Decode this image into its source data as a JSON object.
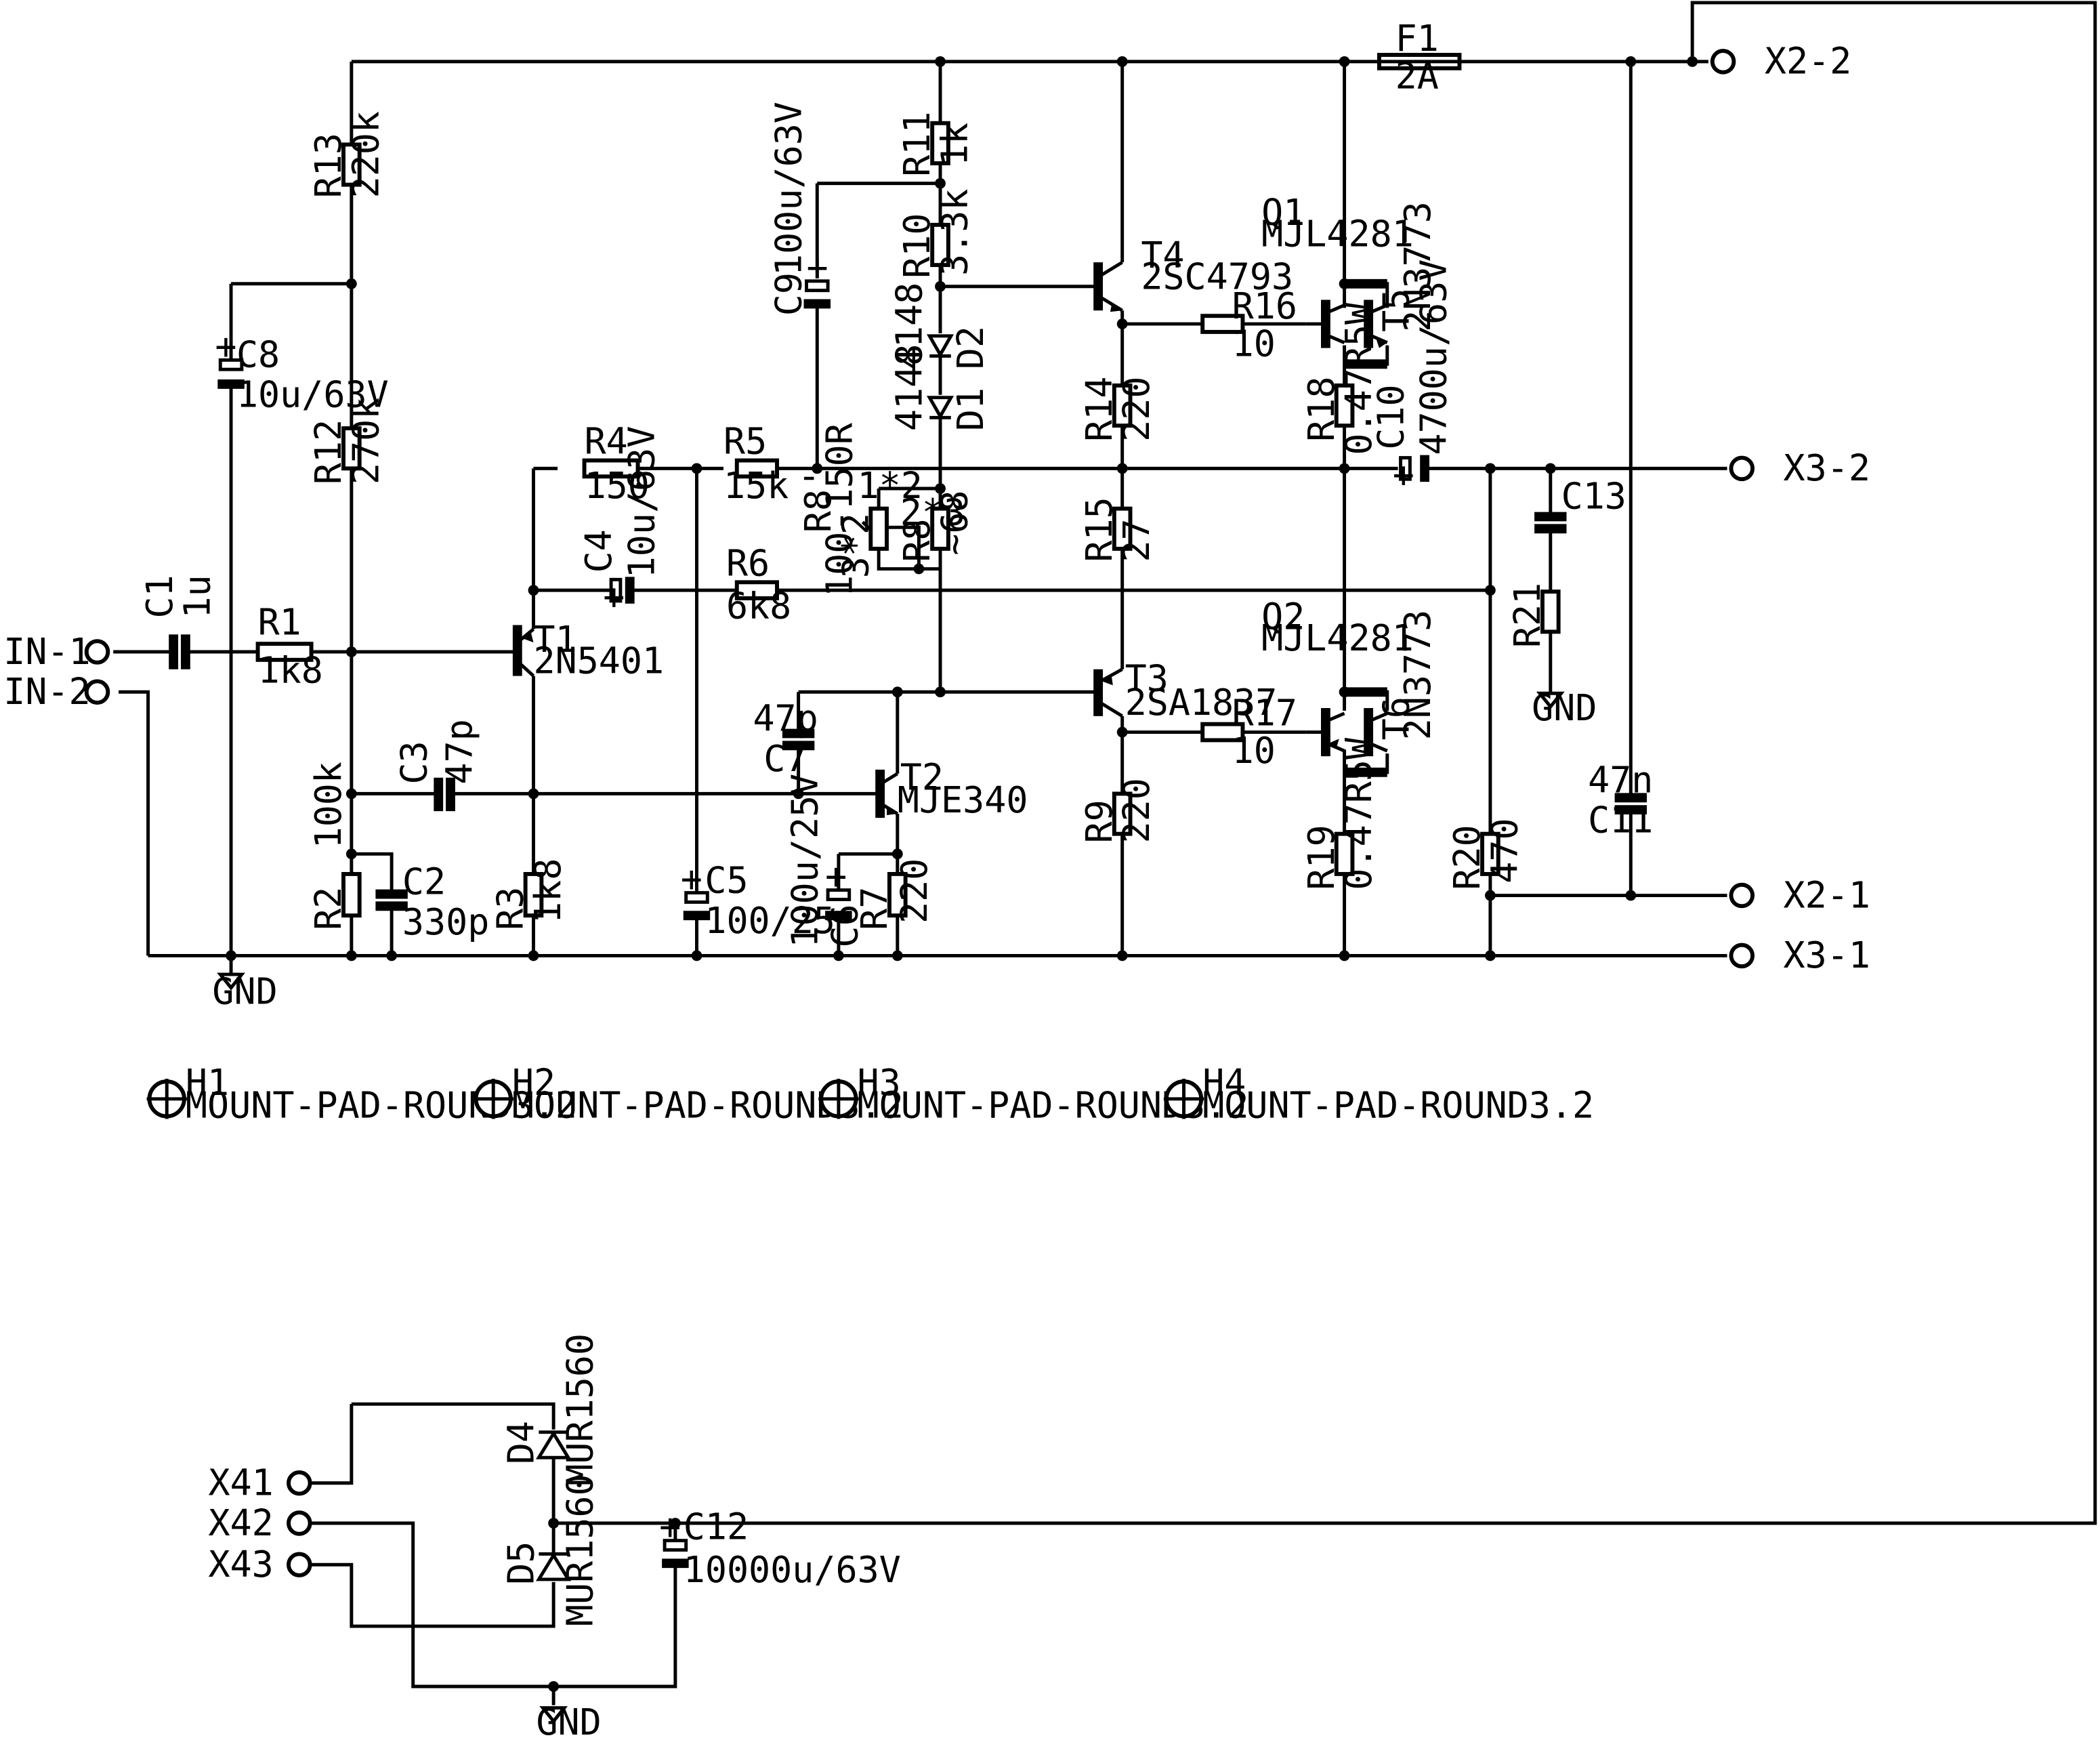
{
  "terminals": {
    "in1": "IN-1",
    "in2": "IN-2",
    "x22": "X2-2",
    "x32": "X3-2",
    "x21": "X2-1",
    "x31": "X3-1",
    "x41": "X41",
    "x42": "X42",
    "x43": "X43"
  },
  "components": {
    "c1": {
      "ref": "C1",
      "value": "1u"
    },
    "r1": {
      "ref": "R1",
      "value": "1k8"
    },
    "r13": {
      "ref": "R13",
      "value": "220k"
    },
    "r12": {
      "ref": "R12",
      "value": "270k"
    },
    "r2": {
      "ref": "R2",
      "value": "100k"
    },
    "c2": {
      "ref": "C2",
      "value": "330p"
    },
    "c8": {
      "ref": "C8",
      "value": "10u/63V"
    },
    "c3": {
      "ref": "C3",
      "value": "47p"
    },
    "t1": {
      "ref": "T1",
      "value": "2N5401"
    },
    "r3": {
      "ref": "R3",
      "value": "1k8"
    },
    "r4": {
      "ref": "R4",
      "value": "150"
    },
    "r5": {
      "ref": "R5",
      "value": "15k"
    },
    "c4": {
      "ref": "C4",
      "value": "10u/63V"
    },
    "r6": {
      "ref": "R6",
      "value": "6k8"
    },
    "c5": {
      "ref": "C5",
      "value": "100/25"
    },
    "c7": {
      "ref": "C7",
      "value": "47p"
    },
    "t2": {
      "ref": "T2",
      "value": "MJE340"
    },
    "c6": {
      "ref": "C6",
      "value": "100u/25V"
    },
    "r7": {
      "ref": "R7",
      "value": "220"
    },
    "c9": {
      "ref": "C9",
      "value": "100u/63V"
    },
    "r11": {
      "ref": "R11",
      "value": "1k"
    },
    "r10": {
      "ref": "R10",
      "value": "3.3k"
    },
    "d2": {
      "ref": "D2",
      "value": "4148"
    },
    "d1": {
      "ref": "D1",
      "value": "4148"
    },
    "r8p": {
      "ref": "R8'",
      "value": "100-150R",
      "pin1": "1*2",
      "pin2": "2*3",
      "pin3": "3*2"
    },
    "r8": {
      "ref": "R8",
      "value": "~68"
    },
    "t4": {
      "ref": "T4",
      "value": "2SC4793"
    },
    "t3": {
      "ref": "T3",
      "value": "2SA1837"
    },
    "r14": {
      "ref": "R14",
      "value": "220"
    },
    "r15": {
      "ref": "R15",
      "value": "27"
    },
    "r9": {
      "ref": "R9",
      "value": "220"
    },
    "r16": {
      "ref": "R16",
      "value": "10"
    },
    "r17": {
      "ref": "R17",
      "value": "10"
    },
    "q1": {
      "ref": "Q1",
      "value": "MJL4281"
    },
    "q2": {
      "ref": "Q2",
      "value": "MJL4281"
    },
    "t5": {
      "ref": "T5",
      "value": "2N3773"
    },
    "t6": {
      "ref": "T6",
      "value": "2N3773"
    },
    "r18": {
      "ref": "R18",
      "value": "0.47R5W"
    },
    "r19": {
      "ref": "R19",
      "value": "0.47R5W"
    },
    "f1": {
      "ref": "F1",
      "value": "2A"
    },
    "c10": {
      "ref": "C10",
      "value": "4700u/63V"
    },
    "c13": {
      "ref": "C13",
      "value": ""
    },
    "r21": {
      "ref": "R21",
      "value": ""
    },
    "c11": {
      "ref": "C11",
      "value": "47n"
    },
    "r20": {
      "ref": "R20",
      "value": "470"
    },
    "d4": {
      "ref": "D4",
      "value": "MUR1560"
    },
    "d5": {
      "ref": "D5",
      "value": "MUR1560"
    },
    "c12": {
      "ref": "C12",
      "value": "10000u/63V"
    }
  },
  "gnd": {
    "label": "GND"
  },
  "mounts": [
    {
      "ref": "H1",
      "value": "MOUNT-PAD-ROUND3.2"
    },
    {
      "ref": "H2",
      "value": "MOUNT-PAD-ROUND3.2"
    },
    {
      "ref": "H3",
      "value": "MOUNT-PAD-ROUND3.2"
    },
    {
      "ref": "H4",
      "value": "MOUNT-PAD-ROUND3.2"
    }
  ]
}
